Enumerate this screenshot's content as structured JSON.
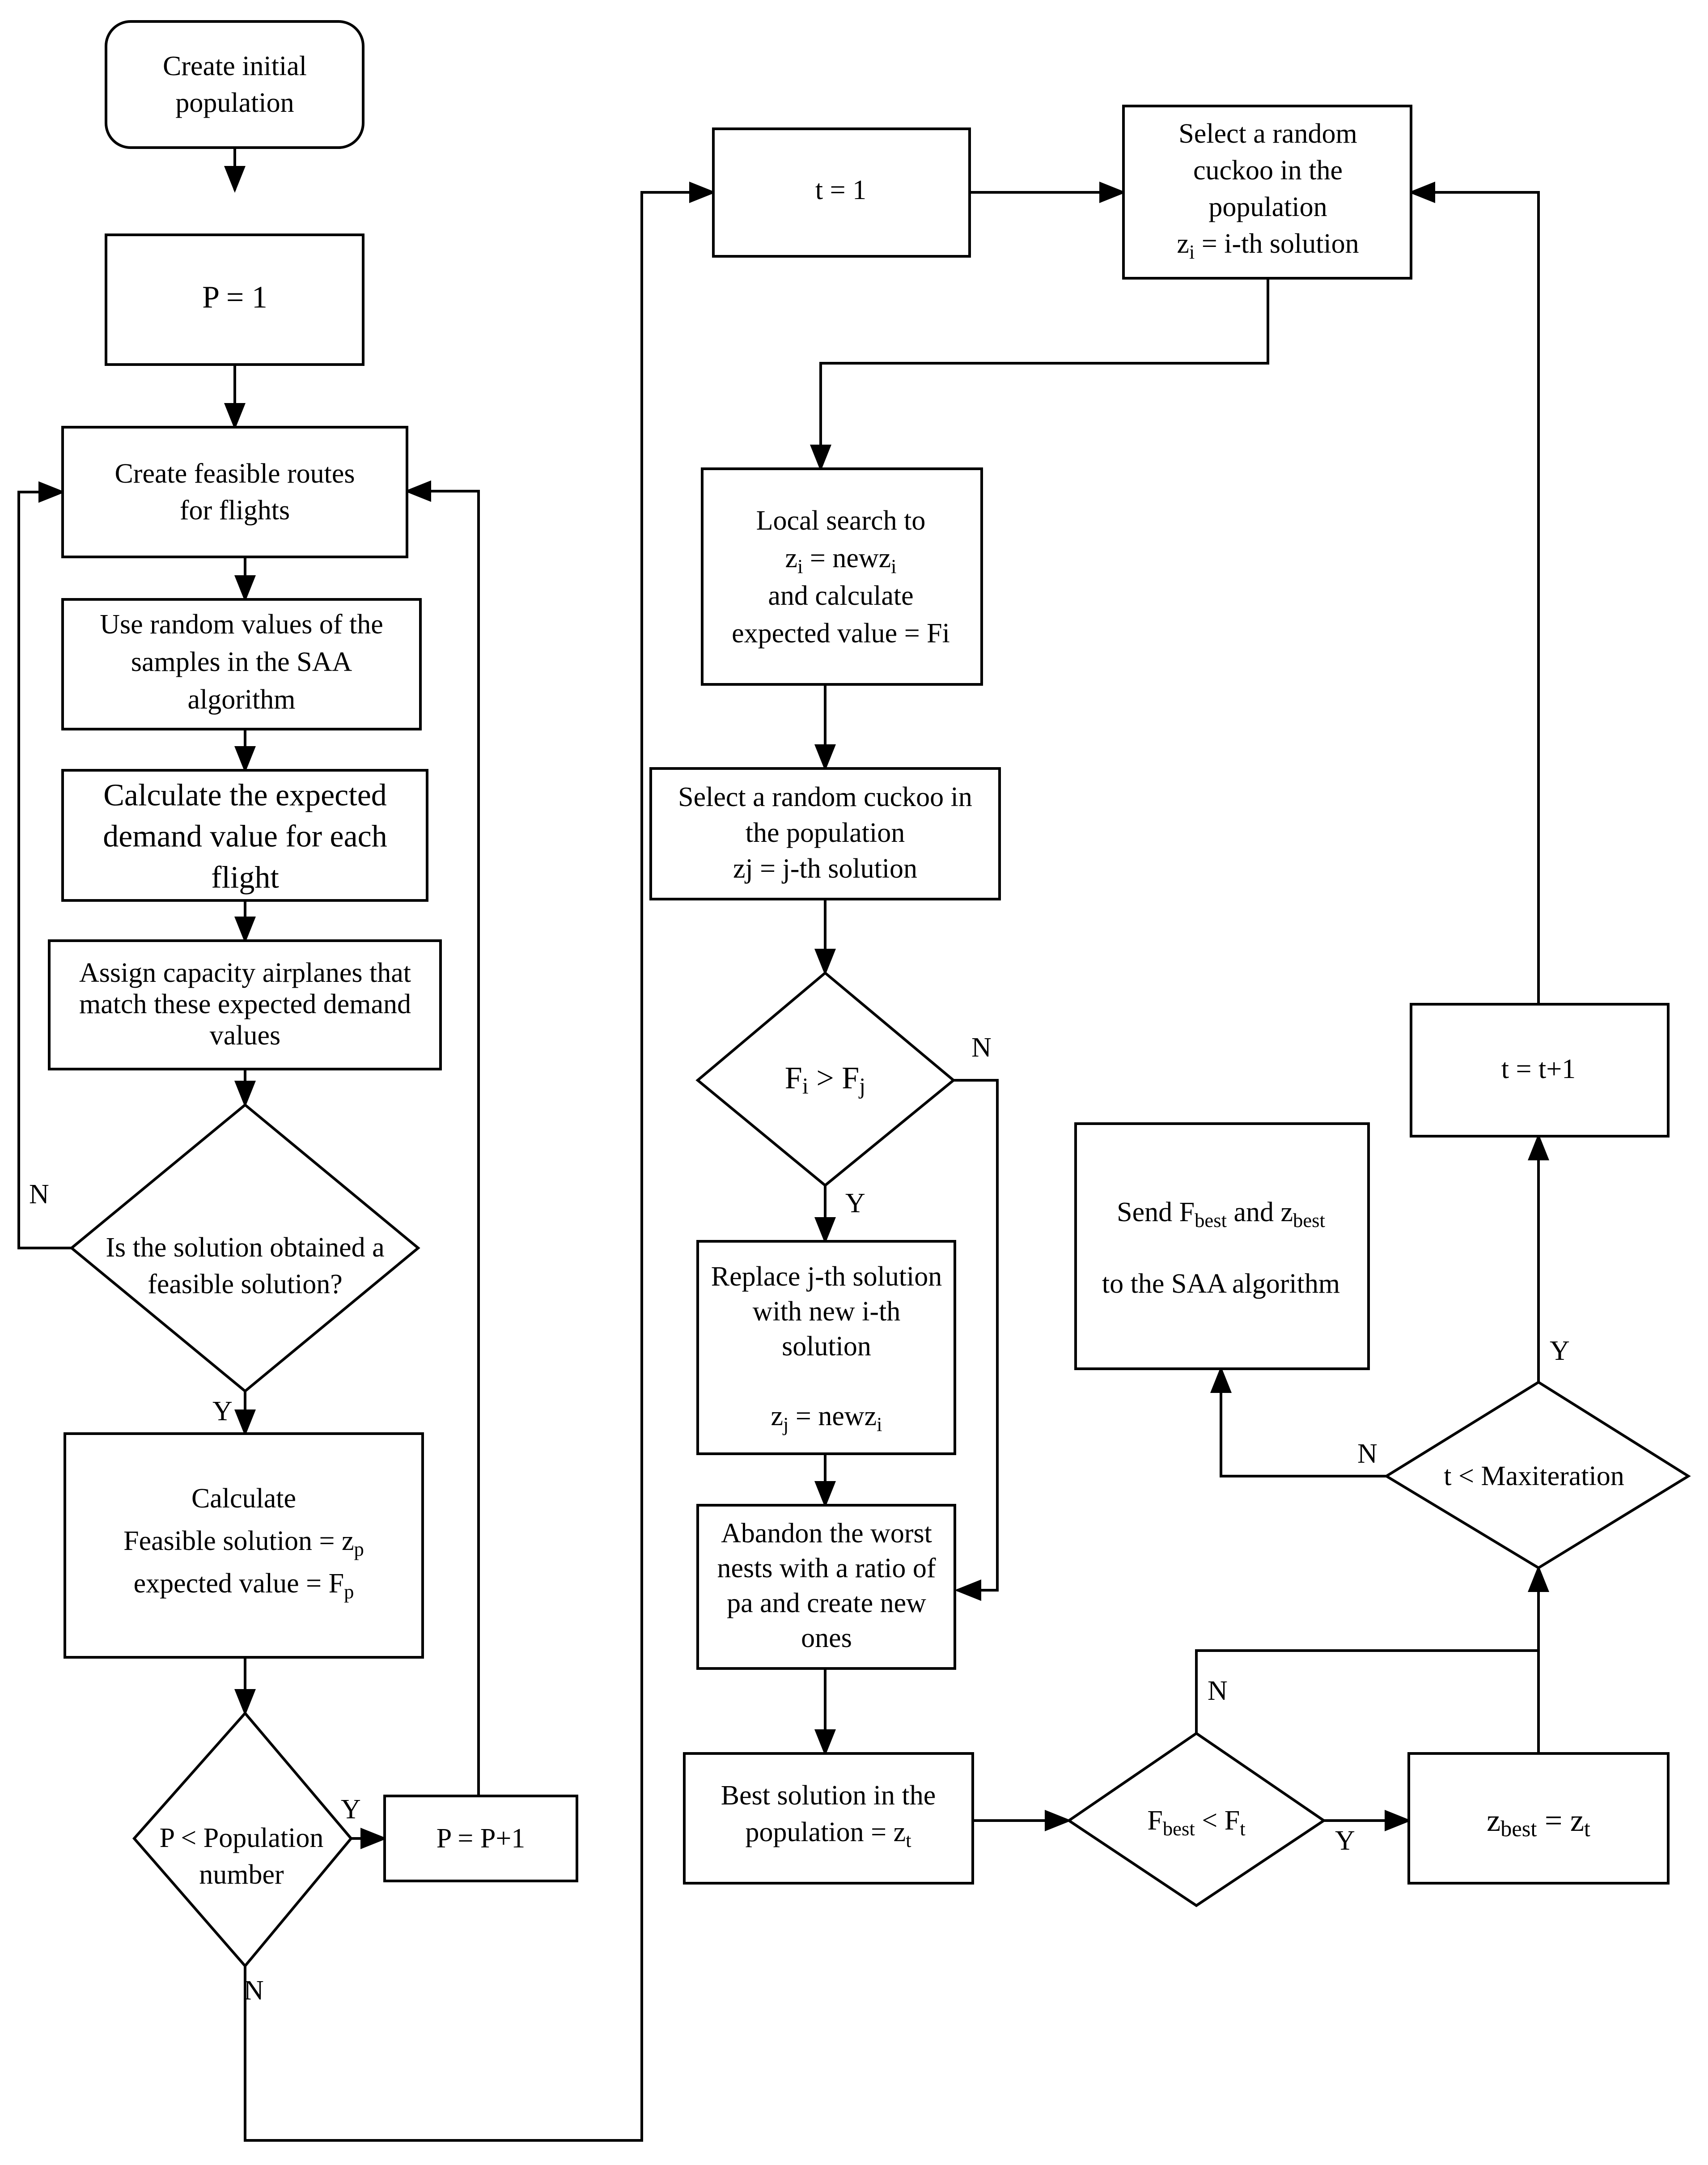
{
  "nodes": {
    "create_pop": {
      "lines": [
        "Create initial",
        "population"
      ]
    },
    "p_init": {
      "lines": [
        "P = 1"
      ]
    },
    "routes": {
      "lines": [
        "Create feasible routes",
        "for flights"
      ]
    },
    "random_vals": {
      "lines": [
        "Use random values of the",
        "samples in the SAA",
        "algorithm"
      ]
    },
    "calc_demand": {
      "lines": [
        "Calculate the expected",
        "demand value for each",
        "flight"
      ]
    },
    "assign_cap": {
      "lines": [
        "Assign capacity airplanes that",
        "match these expected demand",
        "values"
      ]
    },
    "feasible_q": {
      "lines": [
        "Is the solution obtained a",
        "feasible solution?"
      ]
    },
    "calc_feasible": {
      "lines": [
        [
          {
            "t": "Calculate"
          }
        ],
        [
          {
            "t": "Feasible solution = z"
          },
          {
            "t": "p",
            "sub": true
          }
        ],
        [
          {
            "t": "expected value = F"
          },
          {
            "t": "p",
            "sub": true
          }
        ]
      ]
    },
    "pop_q": {
      "lines": [
        "P < Population",
        "number"
      ]
    },
    "p_inc": {
      "lines": [
        "P = P+1"
      ]
    },
    "t_init": {
      "lines": [
        "t = 1"
      ]
    },
    "select_i": {
      "lines": [
        [
          {
            "t": "Select a random"
          }
        ],
        [
          {
            "t": "cuckoo in the"
          }
        ],
        [
          {
            "t": "population"
          }
        ],
        [
          {
            "t": "z"
          },
          {
            "t": "i",
            "sub": true
          },
          {
            "t": " = i-th solution"
          }
        ]
      ]
    },
    "local_search": {
      "lines": [
        [
          {
            "t": "Local search to"
          }
        ],
        [
          {
            "t": "z"
          },
          {
            "t": "i",
            "sub": true
          },
          {
            "t": " = newz"
          },
          {
            "t": "i",
            "sub": true
          }
        ],
        [
          {
            "t": " and calculate"
          }
        ],
        [
          {
            "t": "expected value = Fi"
          }
        ]
      ]
    },
    "select_j": {
      "lines": [
        "Select a random cuckoo in",
        "the population",
        "zj = j-th solution"
      ]
    },
    "fi_fj": {
      "lines": [
        [
          {
            "t": "F"
          },
          {
            "t": "i",
            "sub": true
          },
          {
            "t": " > F"
          },
          {
            "t": "j",
            "sub": true
          }
        ]
      ]
    },
    "replace": {
      "lines": [
        [
          {
            "t": "Replace j-th solution"
          }
        ],
        [
          {
            "t": "with new i-th"
          }
        ],
        [
          {
            "t": "solution"
          }
        ],
        [
          {
            "t": ""
          }
        ],
        [
          {
            "t": "z"
          },
          {
            "t": "j",
            "sub": true
          },
          {
            "t": " = newz"
          },
          {
            "t": "i",
            "sub": true
          }
        ]
      ]
    },
    "abandon": {
      "lines": [
        "Abandon the worst",
        "nests with a ratio of",
        "pa and create new",
        "ones"
      ]
    },
    "best_pop": {
      "lines": [
        [
          {
            "t": "Best solution in the"
          }
        ],
        [
          {
            "t": "population = z"
          },
          {
            "t": "t",
            "sub": true
          }
        ]
      ]
    },
    "fbest_q": {
      "lines": [
        [
          {
            "t": "F"
          },
          {
            "t": "best",
            "sub": true
          },
          {
            "t": " < F"
          },
          {
            "t": "t",
            "sub": true
          }
        ]
      ]
    },
    "zbest": {
      "lines": [
        [
          {
            "t": "z"
          },
          {
            "t": "best",
            "sub": true
          },
          {
            "t": " = z"
          },
          {
            "t": "t",
            "sub": true
          }
        ]
      ]
    },
    "max_q": {
      "lines": [
        "t < Maxiteration"
      ]
    },
    "t_inc": {
      "lines": [
        "t = t+1"
      ]
    },
    "send": {
      "lines": [
        [
          {
            "t": "Send F"
          },
          {
            "t": "best",
            "sub": true
          },
          {
            "t": " and z"
          },
          {
            "t": "best",
            "sub": true
          }
        ],
        [
          {
            "t": ""
          }
        ],
        [
          {
            "t": "to the SAA algorithm"
          }
        ]
      ]
    }
  },
  "edge_labels": {
    "feasible_no": "N",
    "feasible_yes": "Y",
    "pop_yes": "Y",
    "pop_no": "N",
    "fi_no": "N",
    "fi_yes": "Y",
    "fbest_no": "N",
    "fbest_yes": "Y",
    "max_yes": "Y",
    "max_no": "N"
  }
}
